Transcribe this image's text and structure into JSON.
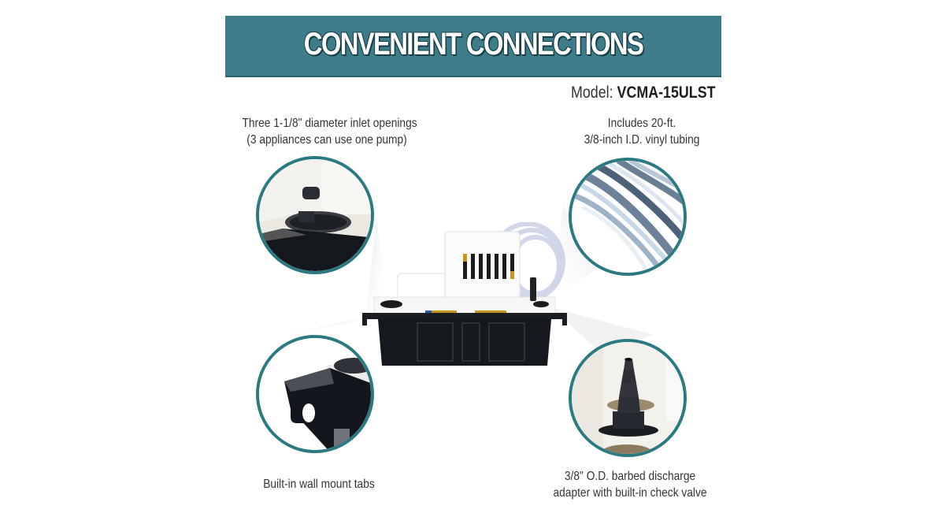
{
  "banner": {
    "title": "CONVENIENT CONNECTIONS",
    "background_color": "#3e7c8a"
  },
  "model": {
    "label": "Model:",
    "value": "VCMA-15ULST"
  },
  "callouts": {
    "inlet": {
      "line1": "Three 1-1/8\" diameter inlet openings",
      "line2": "(3 appliances can use one pump)",
      "image": "inlet-opening-closeup"
    },
    "tubing": {
      "line1": "Includes 20-ft.",
      "line2": "3/8-inch I.D. vinyl tubing",
      "image": "vinyl-tubing-closeup"
    },
    "mount": {
      "line1": "Built-in wall mount tabs",
      "image": "wall-mount-tab-closeup"
    },
    "discharge": {
      "line1": "3/8\" O.D. barbed discharge",
      "line2": "adapter with built-in check valve",
      "image": "barbed-discharge-adapter-closeup"
    }
  },
  "product": {
    "name": "condensate-pump",
    "ring_color": "#2b7a82"
  }
}
